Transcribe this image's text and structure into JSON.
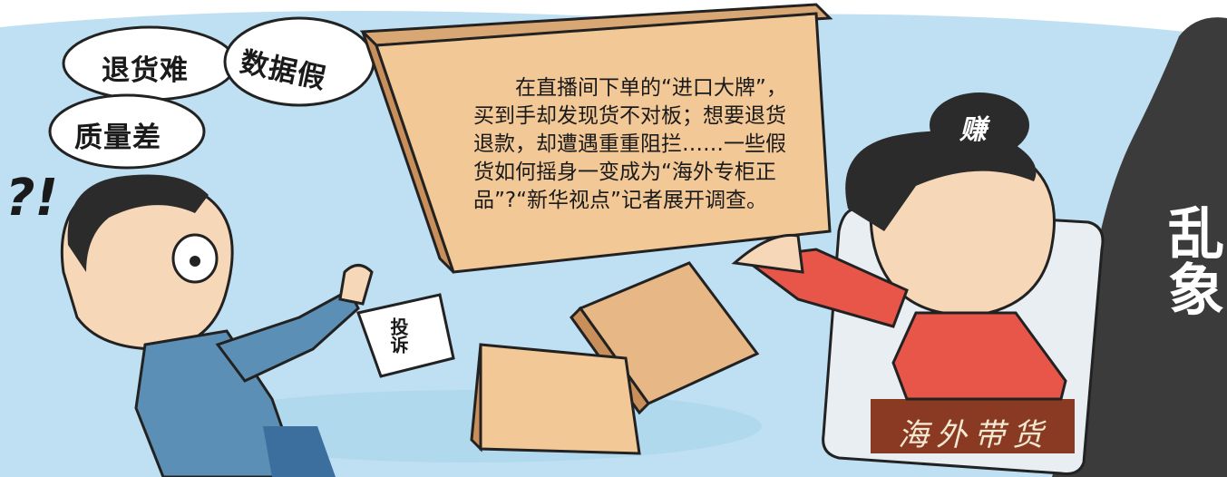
{
  "scene": {
    "sky_color": "#bfe0f2",
    "box_color": "#e7b786",
    "box_front_color": "#f2c896",
    "jacket_color": "#5c8fb5",
    "shirt_color": "#e8564a",
    "phone_color": "#e9eef2",
    "shadow_color": "#3b3b3b",
    "banner_color": "#8a3a22"
  },
  "thought_clouds": [
    "退货难",
    "数据假",
    "质量差"
  ],
  "confusion_marks": "?!",
  "box_text": "在直播间下单的“进口大牌”，买到手却发现货不对板；想要退货退款，却遭遇重重阻拦……一些假货如何摇身一变成为“海外专柜正品”?“新华视点”记者展开调查。",
  "speech_bubble": "赚",
  "complaint_paper": "投诉",
  "chaos_label": "乱象",
  "phone_banner": "海外带货"
}
